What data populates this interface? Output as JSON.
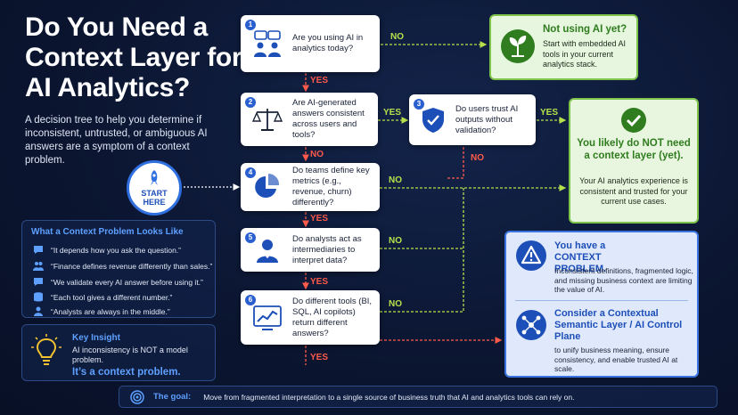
{
  "title": "Do You Need a Context Layer for AI Analytics?",
  "subtitle": "A decision tree to help you determine if inconsistent, untrusted, or ambiguous AI answers are a symptom of a context problem.",
  "start_label": "START HERE",
  "questions": [
    {
      "num": "1",
      "text": "Are you using AI in analytics today?",
      "icon": "people-chat-icon"
    },
    {
      "num": "2",
      "text": "Are AI-generated answers consistent across users and tools?",
      "icon": "scale-icon"
    },
    {
      "num": "3",
      "text": "Do users trust AI outputs without validation?",
      "icon": "shield-check-icon"
    },
    {
      "num": "4",
      "text": "Do teams define key metrics (e.g., revenue, churn) differently?",
      "icon": "pie-chart-icon"
    },
    {
      "num": "5",
      "text": "Do analysts act as intermediaries to interpret data?",
      "icon": "analyst-icon"
    },
    {
      "num": "6",
      "text": "Do different tools (BI, SQL, AI copilots) return different answers?",
      "icon": "line-chart-icon"
    }
  ],
  "branch_labels": {
    "yes": "YES",
    "no": "NO"
  },
  "outcomes": {
    "not_using": {
      "heading": "Not using AI yet?",
      "body": "Start with embedded AI tools in your current analytics stack.",
      "icon": "plant-icon"
    },
    "not_need": {
      "heading": "You likely do NOT need a context layer (yet).",
      "body": "Your AI analytics experience is consistent and trusted for your current use cases.",
      "icon": "check-circle-icon"
    },
    "problem": {
      "heading": "You have a CONTEXT PROBLEM.",
      "body": "Inconsistent definitions, fragmented logic, and missing business context are limiting the value of AI.",
      "solution_heading": "Consider a Contextual Semantic Layer / AI Control Plane",
      "solution_body": "to unify business meaning, ensure consistency, and enable trusted AI at scale.",
      "icon": "warning-icon",
      "solution_icon": "network-icon"
    }
  },
  "context_problem": {
    "heading": "What a Context Problem Looks Like",
    "items": [
      {
        "icon": "chat-icon",
        "text": "“It depends how you ask the question.”"
      },
      {
        "icon": "people-icon",
        "text": "“Finance defines revenue differently than sales.”"
      },
      {
        "icon": "chat-icon",
        "text": "“We validate every AI answer before using it.”"
      },
      {
        "icon": "database-icon",
        "text": "“Each tool gives a different number.”"
      },
      {
        "icon": "person-icon",
        "text": "“Analysts are always in the middle.”"
      }
    ]
  },
  "insight": {
    "heading": "Key Insight",
    "body": "AI inconsistency is NOT a model problem.",
    "conclusion": "It’s a context problem."
  },
  "goal": {
    "heading": "The goal:",
    "body": "Move from fragmented interpretation to a single source of business truth that AI and analytics tools can rely on."
  },
  "colors": {
    "background": "#0b1530",
    "accent_blue": "#2f6fe0",
    "yes_red": "#ff5a4a",
    "no_green": "#b7e04a",
    "outcome_green": "#7ec34a"
  }
}
